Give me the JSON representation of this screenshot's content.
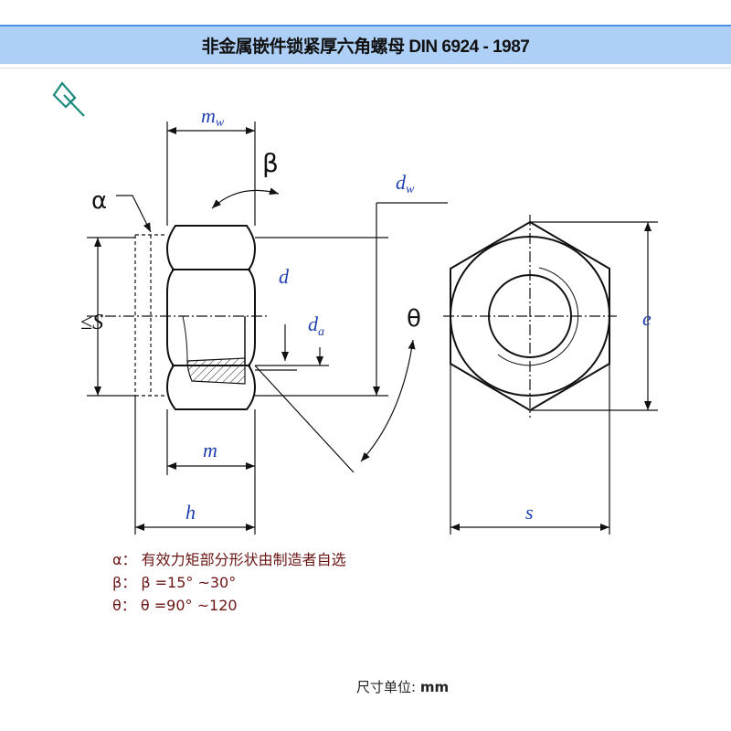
{
  "header": {
    "title": "非金属嵌件锁紧厚六角螺母 DIN 6924 - 1987"
  },
  "icons": {
    "pin": "pushpin-icon",
    "pin_color": "#1a8a7a"
  },
  "drawing": {
    "labels": {
      "mw": "m",
      "mw_sub": "w",
      "beta": "β",
      "alpha": "α",
      "dw": "d",
      "dw_sub": "w",
      "S": "≤S",
      "d": "d",
      "da": "d",
      "da_sub": "a",
      "theta": "θ",
      "e": "e",
      "m": "m",
      "h": "h",
      "s": "s"
    }
  },
  "legend": [
    {
      "symbol": "α：",
      "text": "有效力矩部分形状由制造者自选"
    },
    {
      "symbol": "β：",
      "text": "β =15° ~30°"
    },
    {
      "symbol": "θ：",
      "text": "θ =90° ~120"
    }
  ],
  "footer": {
    "unit_label": "尺寸单位: ",
    "unit": "mm"
  }
}
